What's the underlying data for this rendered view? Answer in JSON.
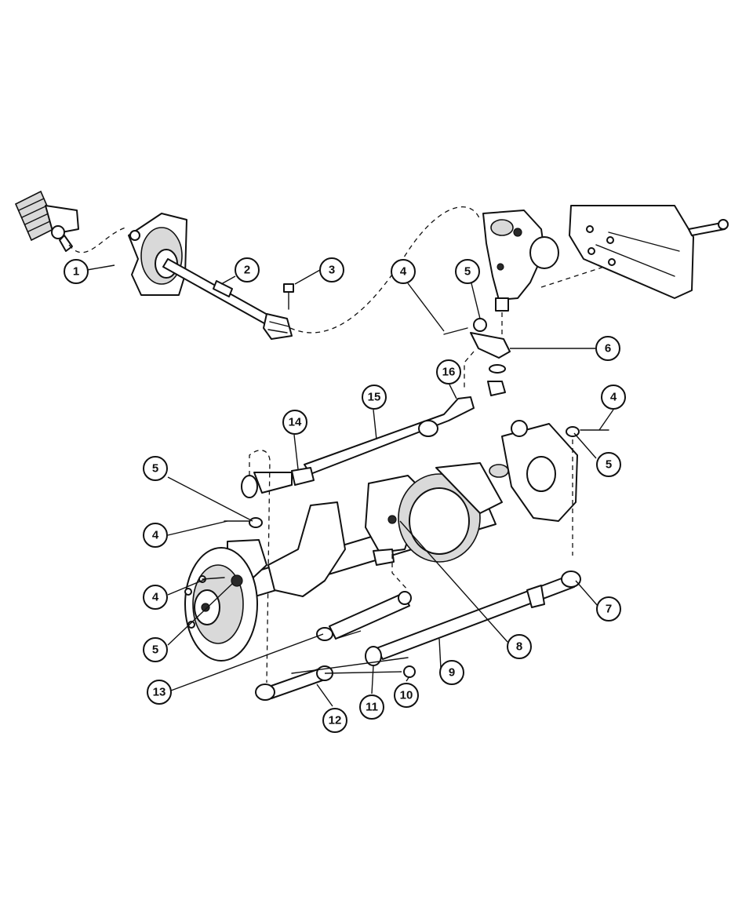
{
  "callouts": [
    {
      "id": "c1",
      "label": "1"
    },
    {
      "id": "c2",
      "label": "2"
    },
    {
      "id": "c3",
      "label": "3"
    },
    {
      "id": "c4a",
      "label": "4"
    },
    {
      "id": "c5a",
      "label": "5"
    },
    {
      "id": "c6",
      "label": "6"
    },
    {
      "id": "c16",
      "label": "16"
    },
    {
      "id": "c15",
      "label": "15"
    },
    {
      "id": "c14",
      "label": "14"
    },
    {
      "id": "c4b",
      "label": "4"
    },
    {
      "id": "c5b",
      "label": "5"
    },
    {
      "id": "c5c",
      "label": "5"
    },
    {
      "id": "c4c",
      "label": "4"
    },
    {
      "id": "c4d",
      "label": "4"
    },
    {
      "id": "c5d",
      "label": "5"
    },
    {
      "id": "c7",
      "label": "7"
    },
    {
      "id": "c8",
      "label": "8"
    },
    {
      "id": "c9",
      "label": "9"
    },
    {
      "id": "c13",
      "label": "13"
    },
    {
      "id": "c10",
      "label": "10"
    },
    {
      "id": "c11",
      "label": "11"
    },
    {
      "id": "c12",
      "label": "12"
    }
  ]
}
